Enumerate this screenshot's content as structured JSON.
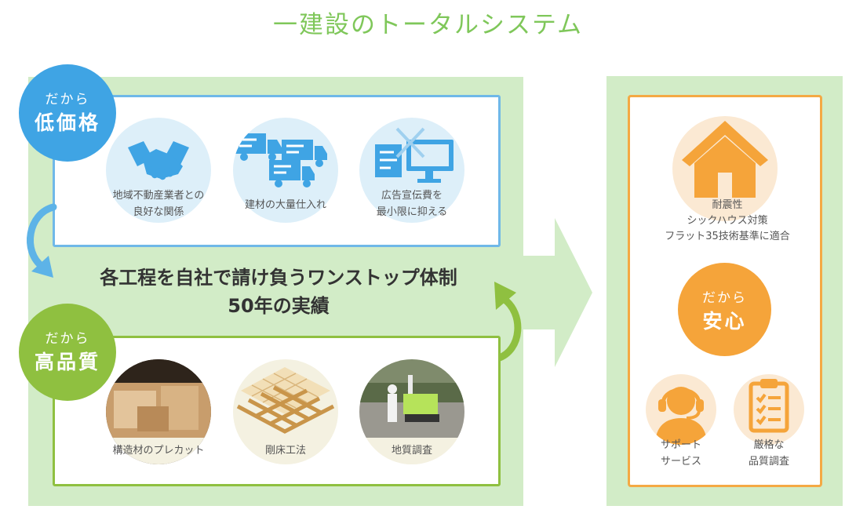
{
  "title": "一建設のトータルシステム",
  "low_price": {
    "badge_small": "だから",
    "badge_big": "低価格",
    "items": [
      {
        "icon": "handshake-icon",
        "line1": "地域不動産業者との",
        "line2": "良好な関係"
      },
      {
        "icon": "trucks-icon",
        "line1": "建材の大量仕入れ",
        "line2": ""
      },
      {
        "icon": "no-advertising-icon",
        "line1": "広告宣伝費を",
        "line2": "最小限に抑える"
      }
    ]
  },
  "center": {
    "line1": "各工程を自社で請け負うワンストップ体制",
    "line2": "50年の実績"
  },
  "high_quality": {
    "badge_small": "だから",
    "badge_big": "高品質",
    "items": [
      {
        "icon": "precut-lumber-photo",
        "label": "構造材のプレカット"
      },
      {
        "icon": "floor-frame-illustration",
        "label": "剛床工法"
      },
      {
        "icon": "soil-survey-photo",
        "label": "地質調査"
      }
    ]
  },
  "safety": {
    "badge_small": "だから",
    "badge_big": "安心",
    "house_lines": [
      "耐震性",
      "シックハウス対策",
      "フラット35技術基準に適合"
    ],
    "support": {
      "icon": "headset-icon",
      "line1": "サポート",
      "line2": "サービス"
    },
    "inspection": {
      "icon": "checklist-icon",
      "line1": "厳格な",
      "line2": "品質調査"
    }
  },
  "colors": {
    "title_green": "#7fc75a",
    "panel_green": "#d2ecc7",
    "accent_blue": "#3fa4e4",
    "accent_green": "#8fc040",
    "accent_orange": "#f5a43a"
  }
}
